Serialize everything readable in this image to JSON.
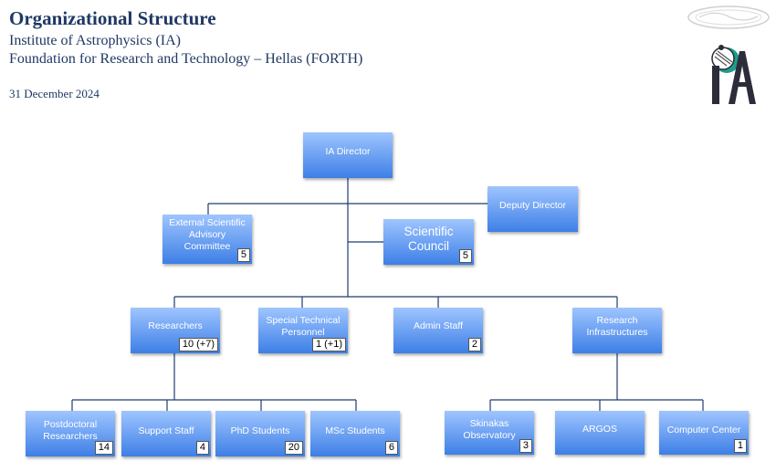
{
  "header": {
    "title": "Organizational Structure",
    "subtitle1": "Institute of Astrophysics (IA)",
    "subtitle2": "Foundation for Research and Technology – Hellas (FORTH)",
    "date": "31 December  2024"
  },
  "logo": {
    "text": "IA",
    "seal_icon": "seal-icon"
  },
  "nodes": {
    "director": {
      "label": "IA Director"
    },
    "deputy": {
      "label": "Deputy Director"
    },
    "external_advisory": {
      "label": "External Scientific Advisory Committee",
      "count": "5"
    },
    "scientific_council": {
      "label": "Scientific Council",
      "count": "5"
    },
    "researchers": {
      "label": "Researchers",
      "count": "10 (+7)"
    },
    "special_technical": {
      "label": "Special Technical Personnel",
      "count": "1 (+1)"
    },
    "admin_staff": {
      "label": "Admin Staff",
      "count": "2"
    },
    "research_infra": {
      "label": "Research Infrastructures"
    },
    "postdocs": {
      "label": "Postdoctoral Researchers",
      "count": "14"
    },
    "support_staff": {
      "label": "Support Staff",
      "count": "4"
    },
    "phd_students": {
      "label": "PhD Students",
      "count": "20"
    },
    "msc_students": {
      "label": "MSc Students",
      "count": "6"
    },
    "skinakas": {
      "label": "Skinakas Observatory",
      "count": "3"
    },
    "argos": {
      "label": "ARGOS"
    },
    "computer_center": {
      "label": "Computer Center",
      "count": "1"
    }
  },
  "colors": {
    "box_top": "#9fc5ff",
    "box_bottom": "#3d7fe6",
    "line": "#1f3d70",
    "header": "#1f3864"
  }
}
